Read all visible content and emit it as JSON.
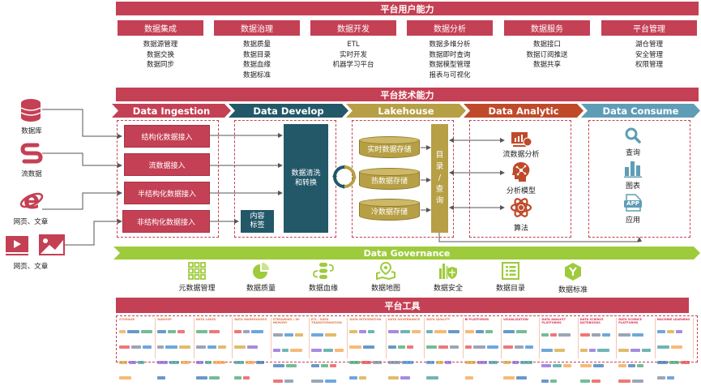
{
  "user_capability": {
    "title": "平台用户能力",
    "columns": [
      {
        "title": "数据集成",
        "items": [
          "数据源管理",
          "数据交换",
          "数据同步"
        ]
      },
      {
        "title": "数据治理",
        "items": [
          "数据质量",
          "数据目录",
          "数据血缘",
          "数据标准"
        ]
      },
      {
        "title": "数据开发",
        "items": [
          "ETL",
          "实时开发",
          "机器学习平台"
        ]
      },
      {
        "title": "数据分析",
        "items": [
          "数据多维分析",
          "数据即时查询",
          "数据模型管理",
          "报表与可视化"
        ]
      },
      {
        "title": "数据服务",
        "items": [
          "数据接口",
          "数据订阅推送",
          "数据共享"
        ]
      },
      {
        "title": "平台管理",
        "items": [
          "湖仓管理",
          "安全管理",
          "权限管理"
        ]
      }
    ]
  },
  "tech_capability": {
    "title": "平台技术能力",
    "stages": [
      {
        "label": "Data Ingestion",
        "color": "#c44054"
      },
      {
        "label": "Data Develop",
        "color": "#235868"
      },
      {
        "label": "Lakehouse",
        "color": "#b79f45"
      },
      {
        "label": "Data Analytic",
        "color": "#bf4a2a"
      },
      {
        "label": "Data Consume",
        "color": "#5f9db6"
      }
    ]
  },
  "sources": [
    {
      "icon": "database-icon",
      "label": "数据库"
    },
    {
      "icon": "stream-icon",
      "label": "流数据"
    },
    {
      "icon": "ie-browser-icon",
      "label": "网页、文章"
    },
    {
      "icon": "media-icon",
      "label": "网页、文章"
    }
  ],
  "ingestion": {
    "items": [
      "结构化数据接入",
      "流数据接入",
      "半结构化数据接入",
      "非结构化数据接入"
    ]
  },
  "develop": {
    "main": "数据清洗和转换",
    "main_lines": [
      "数据清洗",
      "和转换"
    ],
    "tag_lines": [
      "内容",
      "标签"
    ]
  },
  "lakehouse": {
    "stores": [
      "实时数据存储",
      "热数据存储",
      "冷数据存储"
    ],
    "catalog_chars": [
      "目",
      "录",
      "/",
      "查",
      "询"
    ]
  },
  "analytic": {
    "items": [
      {
        "icon": "stream-analysis-icon",
        "label": "流数据分析"
      },
      {
        "icon": "analysis-model-icon",
        "label": "分析模型"
      },
      {
        "icon": "algorithm-icon",
        "label": "算法"
      }
    ]
  },
  "consume": {
    "items": [
      {
        "icon": "search-icon",
        "label": "查询"
      },
      {
        "icon": "bar-chart-icon",
        "label": "图表"
      },
      {
        "icon": "app-icon",
        "label": "应用",
        "badge": "APP"
      }
    ]
  },
  "governance": {
    "title": "Data Governance",
    "color": "#9ecb3c",
    "items": [
      {
        "icon": "metadata-grid-icon",
        "label": "元数据管理"
      },
      {
        "icon": "pie-quality-icon",
        "label": "数据质量"
      },
      {
        "icon": "lineage-icon",
        "label": "数据血缘"
      },
      {
        "icon": "map-pin-icon",
        "label": "数据地图"
      },
      {
        "icon": "security-shield-icon",
        "label": "数据安全"
      },
      {
        "icon": "catalog-list-icon",
        "label": "数据目录"
      },
      {
        "icon": "standard-hex-icon",
        "label": "数据标准"
      }
    ]
  },
  "tools": {
    "title": "平台工具",
    "categories": [
      {
        "label": "Storage"
      },
      {
        "label": "Hadoop"
      },
      {
        "label": "Data Lakes"
      },
      {
        "label": "Data Warehouses"
      },
      {
        "label": "Streaming / In-Memory"
      },
      {
        "label": "ETL / Data Transformation"
      },
      {
        "label": "Data Integration"
      },
      {
        "label": "Data Governance"
      },
      {
        "label": "Data Quality"
      },
      {
        "label": "BI Platforms"
      },
      {
        "label": "Visualization"
      },
      {
        "label": "Data Analyst Platforms"
      },
      {
        "label": "Data Science Notebooks"
      },
      {
        "label": "Data Science Platforms"
      },
      {
        "label": "Machine Learning"
      }
    ]
  },
  "colors": {
    "primary_red": "#c44054",
    "teal": "#235868",
    "gold": "#b79f45",
    "rust": "#bf4a2a",
    "sky": "#5f9db6",
    "green": "#9ecb3c"
  }
}
